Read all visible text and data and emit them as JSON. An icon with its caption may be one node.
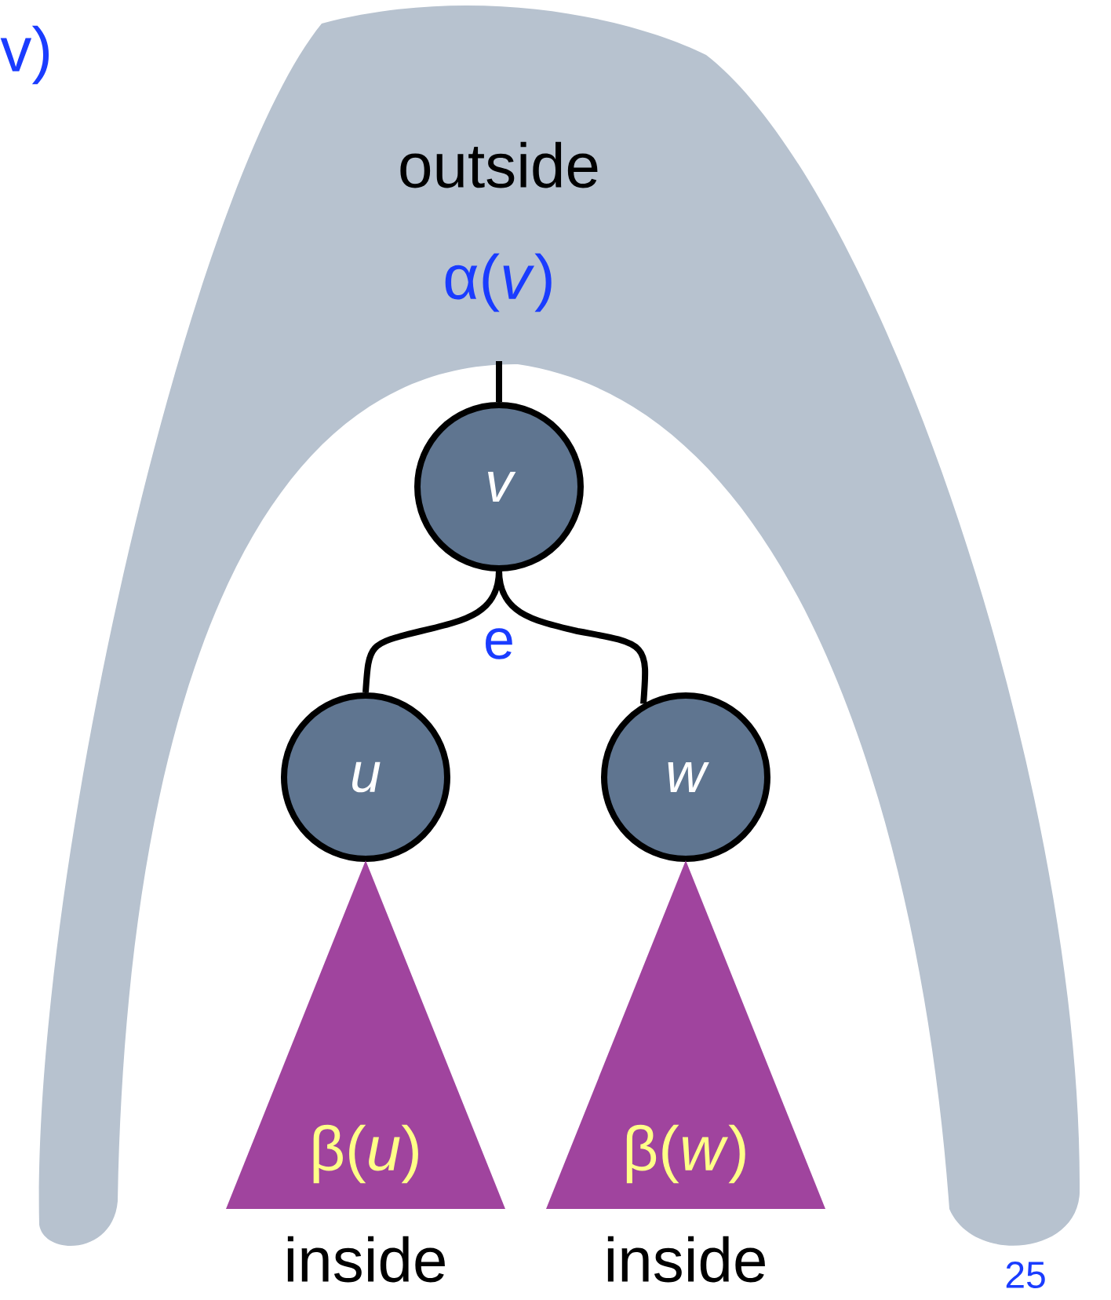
{
  "diagram": {
    "nodes": [
      {
        "text": [
          "outside",
          "α(*v*)"
        ]
      },
      {
        "text": [
          "v"
        ]
      },
      {
        "text": [
          "u"
        ]
      },
      {
        "text": [
          "w"
        ]
      },
      {
        "text": [
          "β(*u*)",
          "inside"
        ]
      },
      {
        "text": [
          "β(*w*)",
          "inside"
        ]
      }
    ],
    "edges": [
      {
        "from": 1,
        "to": 0,
        "arrow": "none"
      },
      {
        "from": 1,
        "to": 2,
        "arrow": "none",
        "label": "e"
      },
      {
        "from": 1,
        "to": 3,
        "arrow": "none"
      }
    ],
    "labels": [
      "v)",
      "25"
    ]
  }
}
